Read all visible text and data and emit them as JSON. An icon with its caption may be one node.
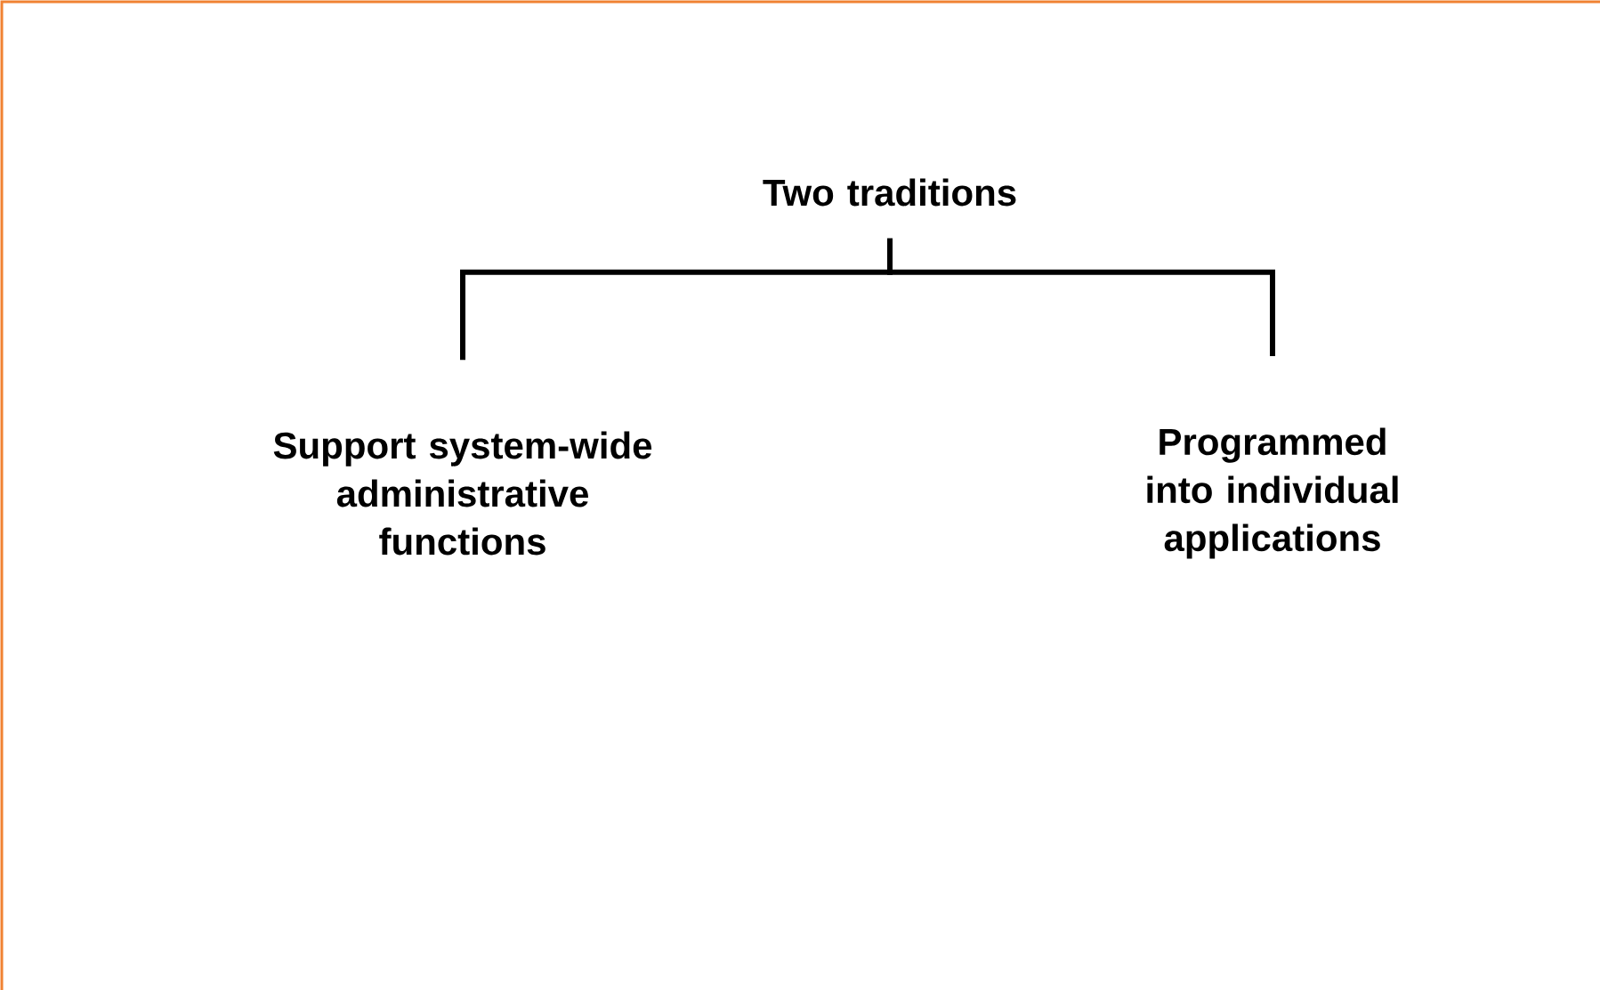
{
  "diagram": {
    "nodes": [
      {
        "text": [
          "Two traditions"
        ]
      },
      {
        "text": [
          "Support system-wide administrative functions"
        ]
      },
      {
        "text": [
          "Programmed into individual applications"
        ]
      }
    ],
    "edges": [
      {
        "from": 0,
        "to": 1,
        "arrow": "none"
      },
      {
        "from": 0,
        "to": 2,
        "arrow": "none"
      }
    ]
  }
}
